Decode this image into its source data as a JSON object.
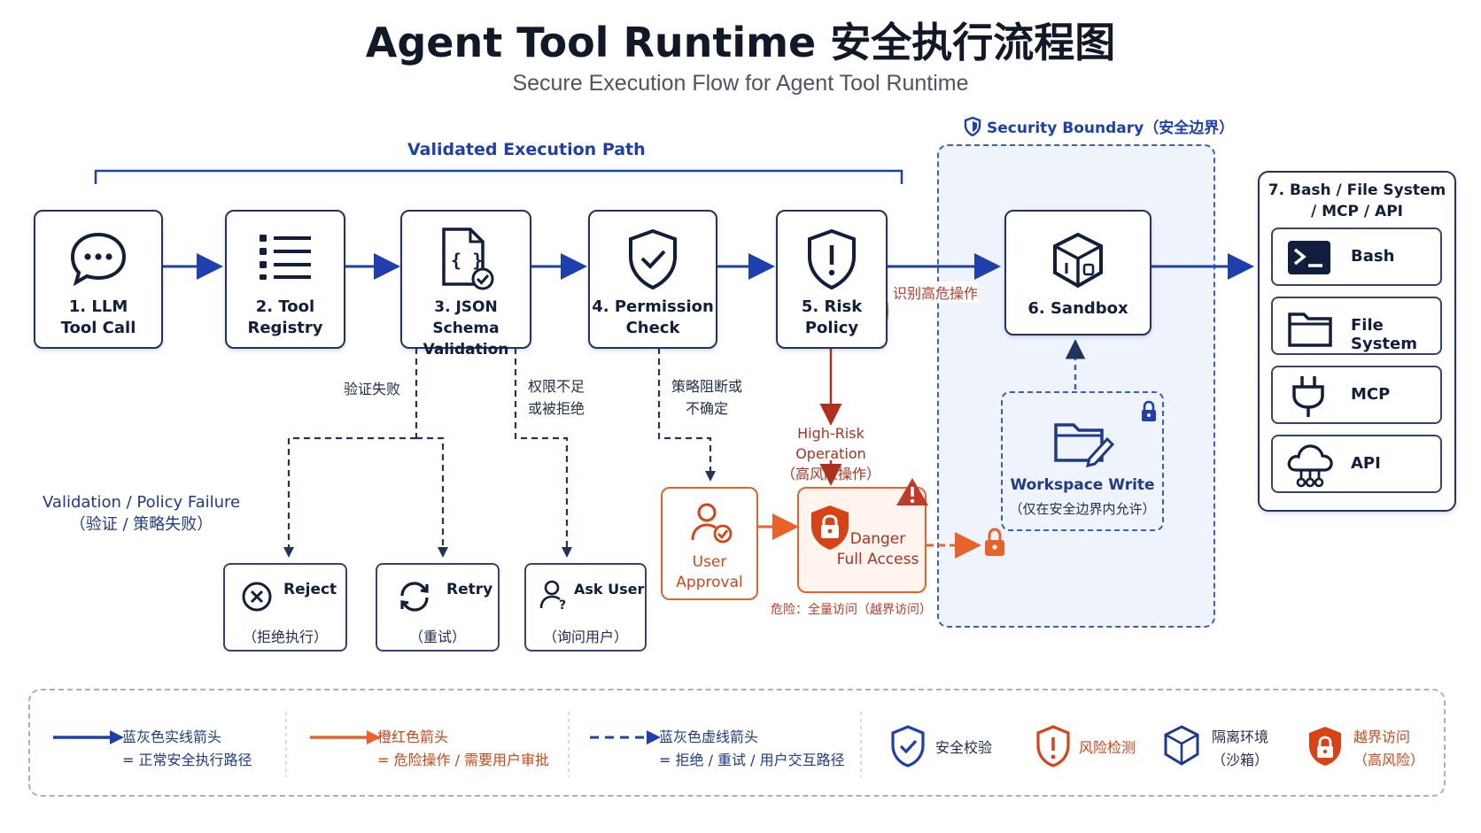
{
  "header": {
    "title": "Agent Tool Runtime 安全执行流程图",
    "subtitle": "Secure Execution Flow for Agent Tool Runtime"
  },
  "path_label": "Validated Execution Path",
  "boundary_label": "Security Boundary（安全边界）",
  "steps": [
    {
      "label": "1. LLM\nTool Call",
      "icon": "chat-bubble-icon"
    },
    {
      "label": "2. Tool\nRegistry",
      "icon": "list-icon"
    },
    {
      "label": "3. JSON Schema\nValidation",
      "icon": "json-document-icon"
    },
    {
      "label": "4. Permission\nCheck",
      "icon": "shield-check-icon"
    },
    {
      "label": "5. Risk\nPolicy",
      "icon": "shield-alert-icon"
    },
    {
      "label": "6. Sandbox",
      "icon": "cube-icon"
    }
  ],
  "risk_detect_label": "识别高危操作",
  "tools_panel": {
    "title": "7. Bash / File System\n/ MCP / API",
    "items": [
      {
        "label": "Bash",
        "icon": "terminal-icon"
      },
      {
        "label": "File System",
        "icon": "folder-icon"
      },
      {
        "label": "MCP",
        "icon": "plug-icon"
      },
      {
        "label": "API",
        "icon": "cloud-network-icon"
      }
    ]
  },
  "branches": {
    "validation_fail": "验证失败",
    "permission_denied": "权限不足\n或被拒绝",
    "policy_block": "策略阻断或\n不确定"
  },
  "failure_group_label": "Validation / Policy Failure\n（验证 / 策略失败）",
  "failure_actions": [
    {
      "label": "Reject",
      "sub": "（拒绝执行）",
      "icon": "close-circle-icon"
    },
    {
      "label": "Retry",
      "sub": "（重试）",
      "icon": "refresh-icon"
    },
    {
      "label": "Ask User",
      "sub": "（询问用户）",
      "icon": "user-question-icon"
    }
  ],
  "high_risk": {
    "label": "High-Risk Operation\n（高风险操作）",
    "user_approval": "User\nApproval",
    "danger": "Danger\nFull Access",
    "danger_note": "危险：全量访问（越界访问）"
  },
  "workspace": {
    "label": "Workspace Write",
    "sub": "（仅在安全边界内允许）"
  },
  "legend": [
    {
      "text": "蓝灰色实线箭头\n= 正常安全执行路径",
      "color": "#1e40af"
    },
    {
      "text": "橙红色箭头\n= 危险操作 / 需要用户审批",
      "color": "#e8622a"
    },
    {
      "text": "蓝灰色虚线箭头\n= 拒绝 / 重试 / 用户交互路径",
      "color": "#1e40af"
    },
    {
      "text": "安全校验",
      "icon": "shield-check-icon"
    },
    {
      "text": "风险检测",
      "icon": "shield-alert-icon"
    },
    {
      "text": "隔离环境\n（沙箱）",
      "icon": "cube-icon"
    },
    {
      "text": "越界访问\n（高风险）",
      "icon": "lock-icon"
    }
  ],
  "colors": {
    "navy": "#22335e",
    "blue": "#1e40af",
    "orange": "#e8622a",
    "red": "#c0392b"
  }
}
